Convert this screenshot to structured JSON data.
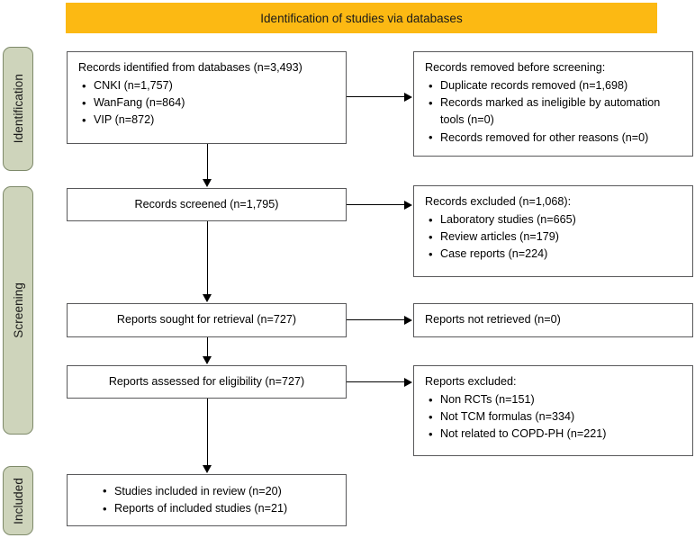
{
  "banner": {
    "label": "Identification of studies via databases",
    "color": "#fcb913"
  },
  "phases": [
    {
      "name": "identification",
      "label": "Identification",
      "color": "#ced4bb"
    },
    {
      "name": "screening",
      "label": "Screening",
      "color": "#ced4bb"
    },
    {
      "name": "included",
      "label": "Included",
      "color": "#ced4bb"
    }
  ],
  "boxes": {
    "records_identified": {
      "head": "Records identified from databases (n=3,493)",
      "items": [
        "CNKI (n=1,757)",
        "WanFang (n=864)",
        "VIP (n=872)"
      ]
    },
    "records_removed": {
      "head": "Records removed before screening:",
      "items": [
        "Duplicate records removed (n=1,698)",
        "Records marked as ineligible by automation tools (n=0)",
        "Records removed for other reasons (n=0)"
      ]
    },
    "records_screened": {
      "head": "Records screened (n=1,795)"
    },
    "records_excluded": {
      "head": "Records excluded (n=1,068):",
      "items": [
        "Laboratory studies (n=665)",
        "Review articles (n=179)",
        "Case reports (n=224)"
      ]
    },
    "reports_sought": {
      "head": "Reports sought for retrieval (n=727)"
    },
    "reports_not_retrieved": {
      "head": "Reports not retrieved (n=0)"
    },
    "reports_assessed": {
      "head": "Reports assessed for eligibility (n=727)"
    },
    "reports_excluded": {
      "head": "Reports excluded:",
      "items": [
        "Non RCTs (n=151)",
        "Not TCM formulas (n=334)",
        "Not related to COPD-PH (n=221)"
      ]
    },
    "studies_included": {
      "items": [
        "Studies included in review (n=20)",
        "Reports of included studies (n=21)"
      ]
    }
  }
}
